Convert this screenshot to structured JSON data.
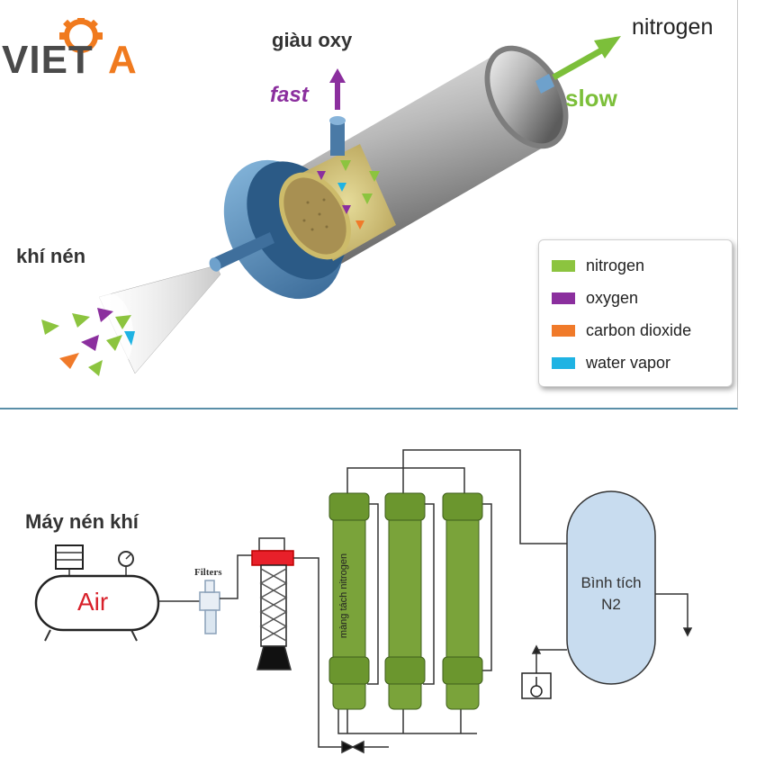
{
  "logo": {
    "text_left": "VIET",
    "text_right": "A",
    "accent": "#f07a1e",
    "text_color": "#4a4a4a"
  },
  "membrane_diagram": {
    "outlet_oxygen_label": "giàu oxy",
    "fast_label": "fast",
    "outlet_nitrogen_label": "nitrogen",
    "slow_label": "slow",
    "inlet_label": "khí nén"
  },
  "legend": {
    "items": [
      {
        "label": "nitrogen",
        "color": "#8cc43f"
      },
      {
        "label": "oxygen",
        "color": "#8b2f9e"
      },
      {
        "label": "carbon dioxide",
        "color": "#f07a2a"
      },
      {
        "label": "water vapor",
        "color": "#1fb3e3"
      }
    ]
  },
  "system_diagram": {
    "compressor_title": "Máy nén khí",
    "compressor_tank_label": "Air",
    "filters_label": "Filters",
    "membrane_label": "màng tách nitrogen",
    "tank_label_line1": "Bình tích",
    "tank_label_line2": "N2",
    "colors": {
      "membrane": "#7aa33a",
      "tank": "#c8dcef",
      "heater_cap": "#e8202a"
    }
  }
}
